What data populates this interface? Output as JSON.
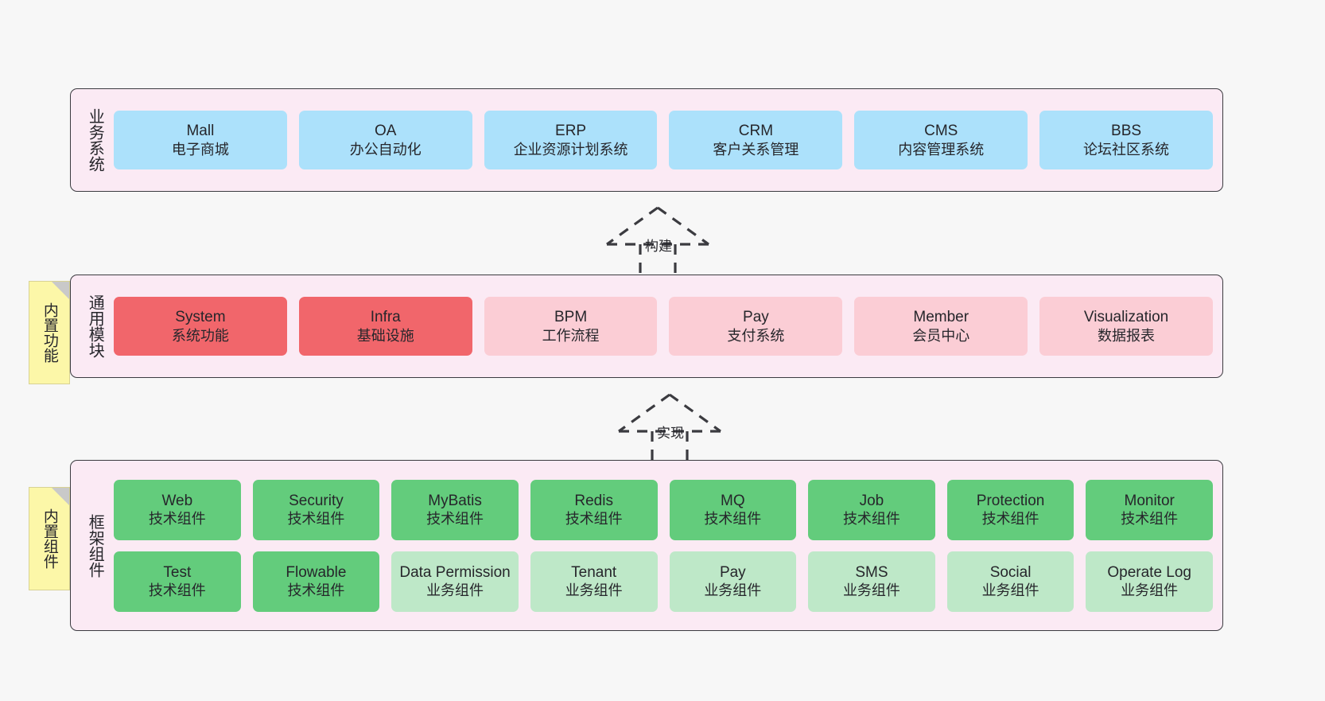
{
  "diagram": {
    "title": "framework-architecture-layers",
    "background": "#f7f7f7",
    "band_fill": "#fbeaf4",
    "band_stroke": "#3b3b40",
    "note_fill": "#fcf7a8"
  },
  "bands": {
    "business": {
      "label": "业务系统",
      "cell_color": "#ace1fb",
      "items": [
        {
          "en": "Mall",
          "cn": "电子商城"
        },
        {
          "en": "OA",
          "cn": "办公自动化"
        },
        {
          "en": "ERP",
          "cn": "企业资源计划系统"
        },
        {
          "en": "CRM",
          "cn": "客户关系管理"
        },
        {
          "en": "CMS",
          "cn": "内容管理系统"
        },
        {
          "en": "BBS",
          "cn": "论坛社区系统"
        }
      ]
    },
    "modules": {
      "label": "通用模块",
      "note": "内置功能",
      "cell_color_strong": "#f1666b",
      "cell_color_light": "#fbcdd5",
      "items": [
        {
          "en": "System",
          "cn": "系统功能",
          "tone": "strong"
        },
        {
          "en": "Infra",
          "cn": "基础设施",
          "tone": "strong"
        },
        {
          "en": "BPM",
          "cn": "工作流程",
          "tone": "light"
        },
        {
          "en": "Pay",
          "cn": "支付系统",
          "tone": "light"
        },
        {
          "en": "Member",
          "cn": "会员中心",
          "tone": "light"
        },
        {
          "en": "Visualization",
          "cn": "数据报表",
          "tone": "light"
        }
      ]
    },
    "framework": {
      "label": "框架组件",
      "note": "内置组件",
      "cell_color_strong": "#63cc7c",
      "cell_color_light": "#bee8c8",
      "row1": [
        {
          "en": "Web",
          "cn": "技术组件",
          "tone": "strong"
        },
        {
          "en": "Security",
          "cn": "技术组件",
          "tone": "strong"
        },
        {
          "en": "MyBatis",
          "cn": "技术组件",
          "tone": "strong"
        },
        {
          "en": "Redis",
          "cn": "技术组件",
          "tone": "strong"
        },
        {
          "en": "MQ",
          "cn": "技术组件",
          "tone": "strong"
        },
        {
          "en": "Job",
          "cn": "技术组件",
          "tone": "strong"
        },
        {
          "en": "Protection",
          "cn": "技术组件",
          "tone": "strong"
        },
        {
          "en": "Monitor",
          "cn": "技术组件",
          "tone": "strong"
        }
      ],
      "row2": [
        {
          "en": "Test",
          "cn": "技术组件",
          "tone": "strong"
        },
        {
          "en": "Flowable",
          "cn": "技术组件",
          "tone": "strong"
        },
        {
          "en": "Data Permission",
          "cn": "业务组件",
          "tone": "light"
        },
        {
          "en": "Tenant",
          "cn": "业务组件",
          "tone": "light"
        },
        {
          "en": "Pay",
          "cn": "业务组件",
          "tone": "light"
        },
        {
          "en": "SMS",
          "cn": "业务组件",
          "tone": "light"
        },
        {
          "en": "Social",
          "cn": "业务组件",
          "tone": "light"
        },
        {
          "en": "Operate Log",
          "cn": "业务组件",
          "tone": "light"
        }
      ]
    }
  },
  "connectors": [
    {
      "label": "构建",
      "from": "modules",
      "to": "business"
    },
    {
      "label": "实现",
      "from": "framework",
      "to": "modules"
    }
  ]
}
